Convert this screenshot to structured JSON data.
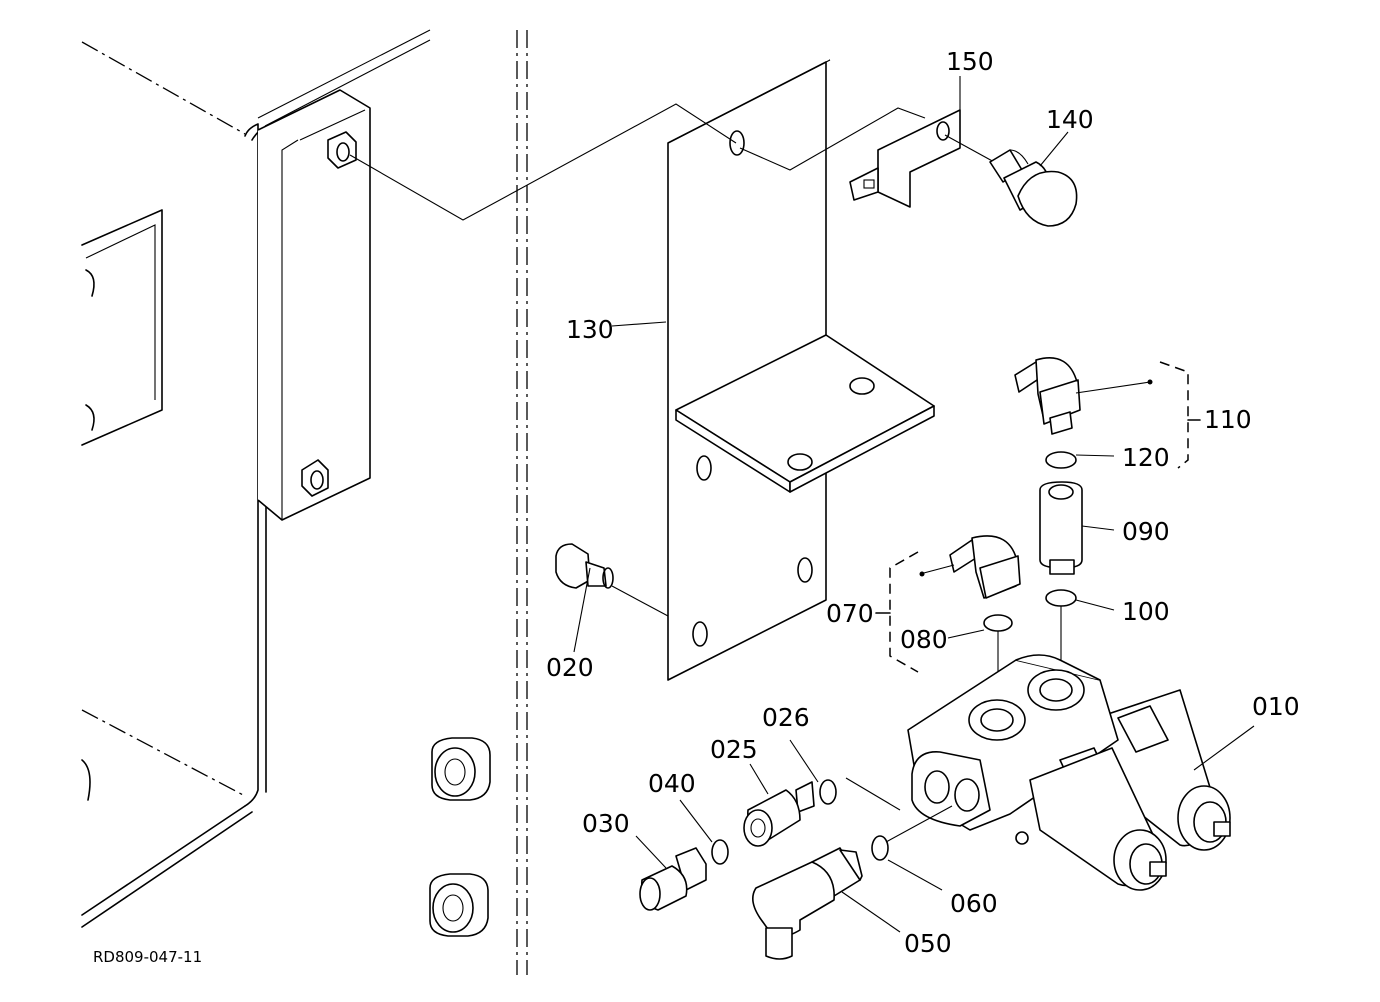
{
  "drawing_ref": "RD809-047-11",
  "callouts": [
    {
      "id": "010",
      "label": "010"
    },
    {
      "id": "020",
      "label": "020"
    },
    {
      "id": "025",
      "label": "025"
    },
    {
      "id": "026",
      "label": "026"
    },
    {
      "id": "030",
      "label": "030"
    },
    {
      "id": "040",
      "label": "040"
    },
    {
      "id": "050",
      "label": "050"
    },
    {
      "id": "060",
      "label": "060"
    },
    {
      "id": "070",
      "label": "070"
    },
    {
      "id": "080",
      "label": "080"
    },
    {
      "id": "090",
      "label": "090"
    },
    {
      "id": "100",
      "label": "100"
    },
    {
      "id": "110",
      "label": "110"
    },
    {
      "id": "120",
      "label": "120"
    },
    {
      "id": "130",
      "label": "130"
    },
    {
      "id": "140",
      "label": "140"
    },
    {
      "id": "150",
      "label": "150"
    }
  ]
}
